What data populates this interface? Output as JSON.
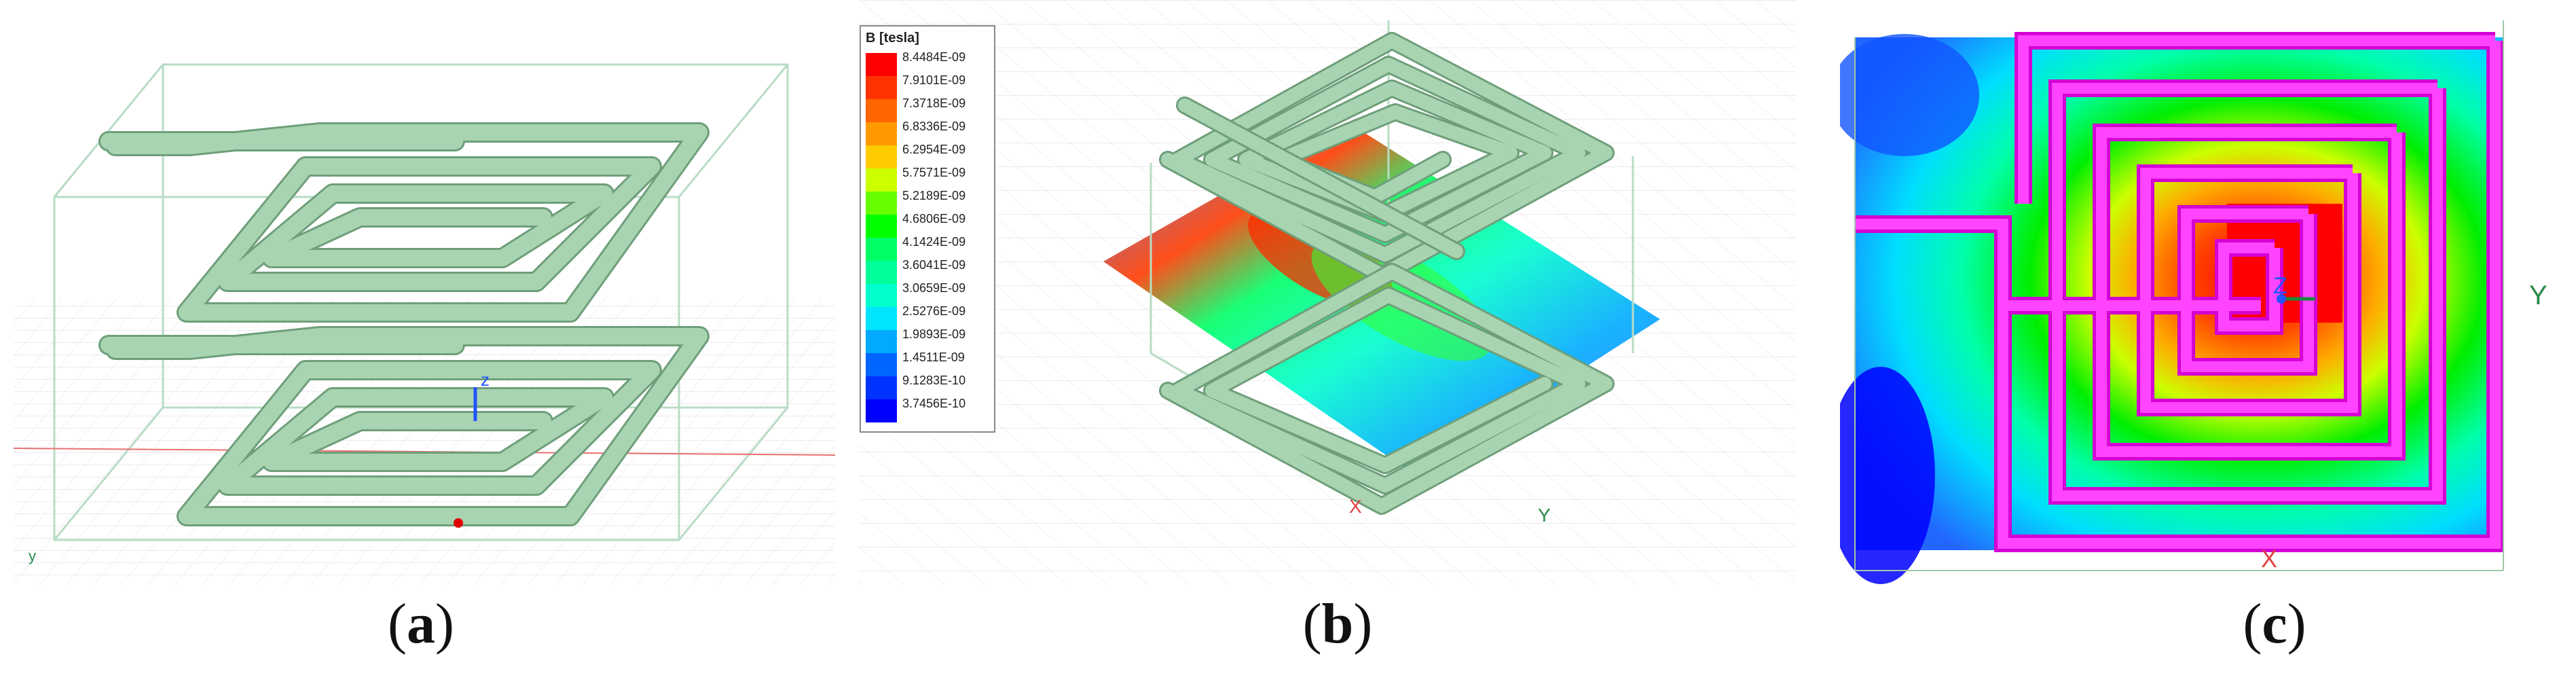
{
  "panels": [
    {
      "id": "a",
      "caption": "a",
      "axis_labels": [
        "z",
        "y"
      ]
    },
    {
      "id": "b",
      "caption": "b",
      "axis_labels": [
        "X",
        "Y"
      ],
      "legend": {
        "title": "B [tesla]",
        "entries": [
          "8.4484E-09",
          "7.9101E-09",
          "7.3718E-09",
          "6.8336E-09",
          "6.2954E-09",
          "5.7571E-09",
          "5.2189E-09",
          "4.6806E-09",
          "4.1424E-09",
          "3.6041E-09",
          "3.0659E-09",
          "2.5276E-09",
          "1.9893E-09",
          "1.4511E-09",
          "9.1283E-10",
          "3.7456E-10"
        ],
        "colors": [
          "#ff0000",
          "#ff3300",
          "#ff6600",
          "#ff9900",
          "#ffcc00",
          "#ccff00",
          "#66ff00",
          "#00ff00",
          "#00ff66",
          "#00ff99",
          "#00ffcc",
          "#00e5ff",
          "#00aaff",
          "#0066ff",
          "#0033ff",
          "#0000ff"
        ]
      }
    },
    {
      "id": "c",
      "caption": "c",
      "axis_labels": [
        "Z",
        "Y",
        "X"
      ]
    }
  ],
  "colors": {
    "coil": "#a9d4b2",
    "coil_edge": "#6e9f7a",
    "trace": "#ff33ff"
  }
}
